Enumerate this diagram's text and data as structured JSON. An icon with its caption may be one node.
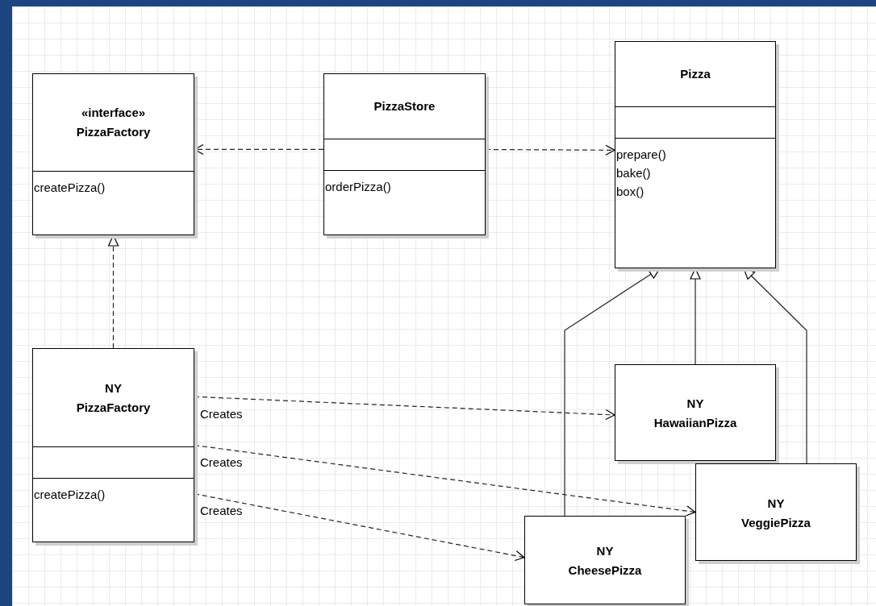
{
  "diagram": {
    "nodes": [
      {
        "text": [
          "«interface»",
          "PizzaFactory",
          "createPizza()"
        ]
      },
      {
        "text": [
          "PizzaStore",
          "orderPizza()"
        ]
      },
      {
        "text": [
          "Pizza",
          "prepare()",
          "bake()",
          "box()"
        ]
      },
      {
        "text": [
          "NY PizzaFactory",
          "createPizza()"
        ]
      },
      {
        "text": [
          "NY HawaiianPizza"
        ]
      },
      {
        "text": [
          "NY VeggiePizza"
        ]
      },
      {
        "text": [
          "NY CheesePizza"
        ]
      }
    ],
    "edges": [
      {
        "from": 1,
        "to": 0,
        "arrow": "to",
        "style": "dashed"
      },
      {
        "from": 1,
        "to": 2,
        "arrow": "to",
        "style": "dashed"
      },
      {
        "from": 3,
        "to": 0,
        "arrow": "to",
        "style": "dashed"
      },
      {
        "from": 4,
        "to": 2,
        "arrow": "to"
      },
      {
        "from": 5,
        "to": 2,
        "arrow": "to"
      },
      {
        "from": 6,
        "to": 2,
        "arrow": "to"
      },
      {
        "from": 3,
        "to": 4,
        "arrow": "to",
        "style": "dashed",
        "label": "Creates"
      },
      {
        "from": 3,
        "to": 5,
        "arrow": "to",
        "style": "dashed",
        "label": "Creates"
      },
      {
        "from": 3,
        "to": 6,
        "arrow": "to",
        "style": "dashed",
        "label": "Creates"
      }
    ]
  }
}
